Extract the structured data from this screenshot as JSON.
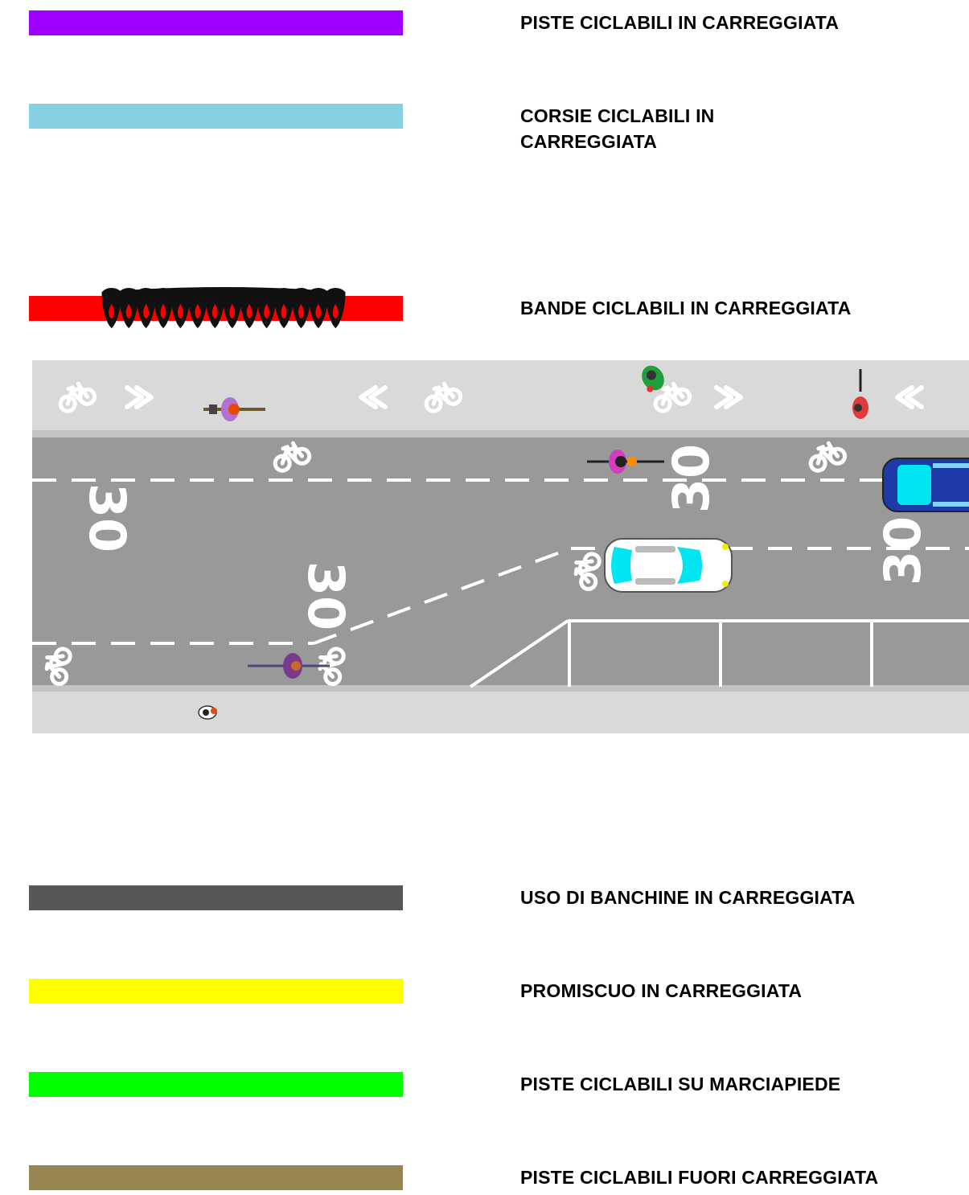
{
  "legend": {
    "piste_carreggiata": {
      "label": "PISTE CICLABILI IN CARREGGIATA",
      "color": "#a000ff"
    },
    "corsie_carreggiata": {
      "label": "CORSIE CICLABILI IN CARREGGIATA",
      "color": "#87cfe3"
    },
    "bande_carreggiata": {
      "label": "BANDE CICLABILI IN CARREGGIATA",
      "color": "#ff0000",
      "pattern_color": "#111111"
    },
    "banchine": {
      "label": "USO DI BANCHINE IN CARREGGIATA",
      "color": "#575757"
    },
    "promiscuo": {
      "label": "PROMISCUO IN CARREGGIATA",
      "color": "#ffff00"
    },
    "piste_marciapiede": {
      "label": "PISTE CICLABILI SU MARCIAPIEDE",
      "color": "#00ff00"
    },
    "piste_fuori": {
      "label": "PISTE CICLABILI FUORI CARREGGIATA",
      "color": "#958651"
    }
  },
  "road_scene": {
    "speed_marking": "30",
    "colors": {
      "sidewalk": "#d9d9d9",
      "curb": "#c3c3c3",
      "asphalt": "#999999",
      "marking": "#ffffff",
      "blue_car": "#1d3aa8",
      "car_glass": "#00e5f0"
    },
    "icons": [
      "bicycle-symbol-icon",
      "pedestrian-symbol-icon",
      "direction-chevron-icon",
      "cyclist-icon",
      "pedestrian-icon",
      "car-icon"
    ]
  }
}
